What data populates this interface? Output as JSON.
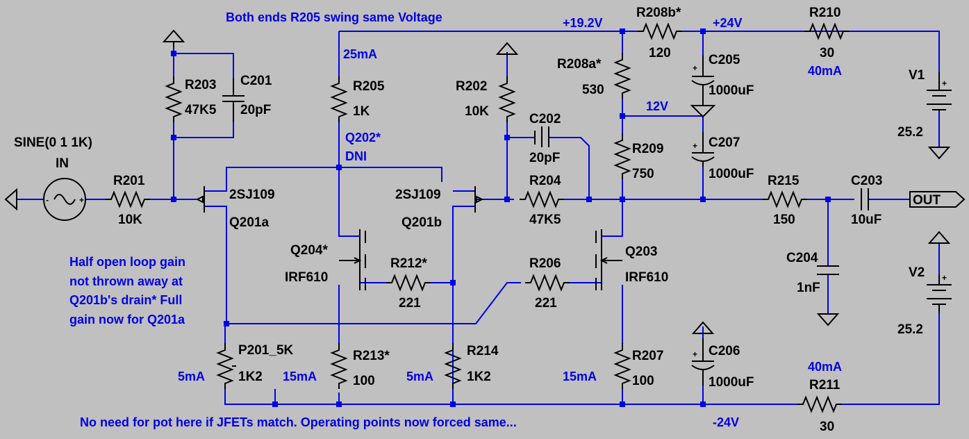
{
  "colors": {
    "background": "#c0c0c0",
    "wire": "#0000e6",
    "component": "#000000",
    "annotation": "#0000e6"
  },
  "notes": {
    "top": "Both ends R205 swing same Voltage",
    "bottom": "No need for pot here if JFETs match. Operating points now forced same...",
    "side_1": "Half open loop gain",
    "side_2": "not thrown away at",
    "side_3": "Q201b's drain* Full",
    "side_4": "gain now for Q201a",
    "q202": "Q202*",
    "dni": "DNI"
  },
  "currents": {
    "r205": "25mA",
    "r210": "40mA",
    "r211": "40mA",
    "p201": "5mA",
    "r213": "15mA",
    "r214": "5mA",
    "r207": "15mA"
  },
  "nets": {
    "v19_2": "+19.2V",
    "v24": "+24V",
    "v12": "12V",
    "vneg24": "-24V"
  },
  "source": {
    "spec": "SINE(0 1 1K)",
    "name": "IN"
  },
  "output_label": "OUT",
  "components": {
    "r201": {
      "ref": "R201",
      "value": "10K"
    },
    "r202": {
      "ref": "R202",
      "value": "10K"
    },
    "r203": {
      "ref": "R203",
      "value": "47K5"
    },
    "r204": {
      "ref": "R204",
      "value": "47K5"
    },
    "r205": {
      "ref": "R205",
      "value": "1K"
    },
    "r206": {
      "ref": "R206",
      "value": "221"
    },
    "r207": {
      "ref": "R207",
      "value": "100"
    },
    "r208a": {
      "ref": "R208a*",
      "value": "530"
    },
    "r208b": {
      "ref": "R208b*",
      "value": "120"
    },
    "r209": {
      "ref": "R209",
      "value": "750"
    },
    "r210": {
      "ref": "R210",
      "value": "30"
    },
    "r211": {
      "ref": "R211",
      "value": "30"
    },
    "r212": {
      "ref": "R212*",
      "value": "221"
    },
    "r213": {
      "ref": "R213*",
      "value": "100"
    },
    "r214": {
      "ref": "R214",
      "value": "1K2"
    },
    "r215": {
      "ref": "R215",
      "value": "150"
    },
    "p201": {
      "ref": "P201_5K",
      "value": "1K2"
    },
    "c201": {
      "ref": "C201",
      "value": "20pF"
    },
    "c202": {
      "ref": "C202",
      "value": "20pF"
    },
    "c203": {
      "ref": "C203",
      "value": "10uF"
    },
    "c204": {
      "ref": "C204",
      "value": "1nF"
    },
    "c205": {
      "ref": "C205",
      "value": "1000uF"
    },
    "c206": {
      "ref": "C206",
      "value": "1000uF"
    },
    "c207": {
      "ref": "C207",
      "value": "1000uF"
    },
    "q201a": {
      "ref": "Q201a",
      "model": "2SJ109"
    },
    "q201b": {
      "ref": "Q201b",
      "model": "2SJ109"
    },
    "q203": {
      "ref": "Q203",
      "model": "IRF610"
    },
    "q204": {
      "ref": "Q204*",
      "model": "IRF610"
    },
    "v1": {
      "ref": "V1",
      "value": "25.2"
    },
    "v2": {
      "ref": "V2",
      "value": "25.2"
    }
  }
}
